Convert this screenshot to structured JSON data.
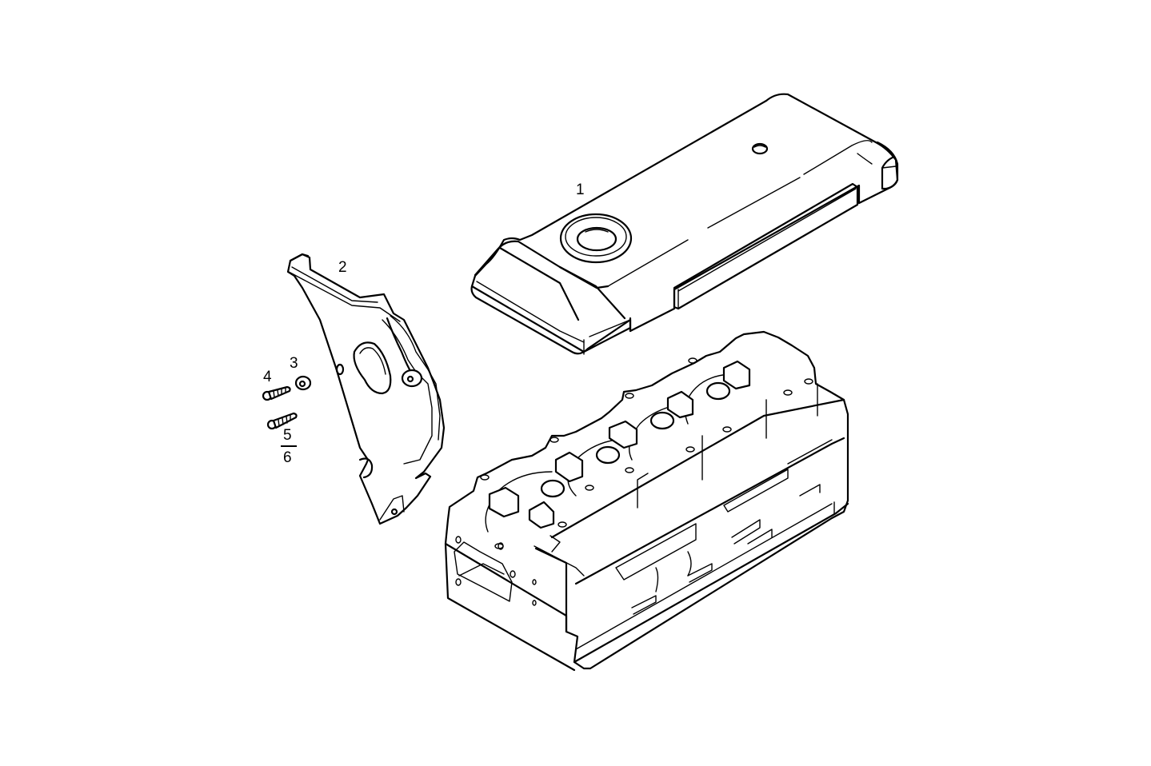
{
  "diagram": {
    "type": "exploded-parts-diagram",
    "background": "#ffffff",
    "line_color": "#000000",
    "parts": [
      {
        "id": "1",
        "label": "1",
        "name": "valve-cover"
      },
      {
        "id": "2",
        "label": "2",
        "name": "timing-belt-cover"
      },
      {
        "id": "3",
        "label": "3",
        "name": "washer"
      },
      {
        "id": "4",
        "label": "4",
        "name": "screw"
      },
      {
        "id": "5",
        "label": "5",
        "name": "screw"
      },
      {
        "id": "6",
        "label": "6",
        "name": "screw-alternate"
      },
      {
        "id": "head",
        "label": "",
        "name": "cylinder-head"
      }
    ]
  }
}
